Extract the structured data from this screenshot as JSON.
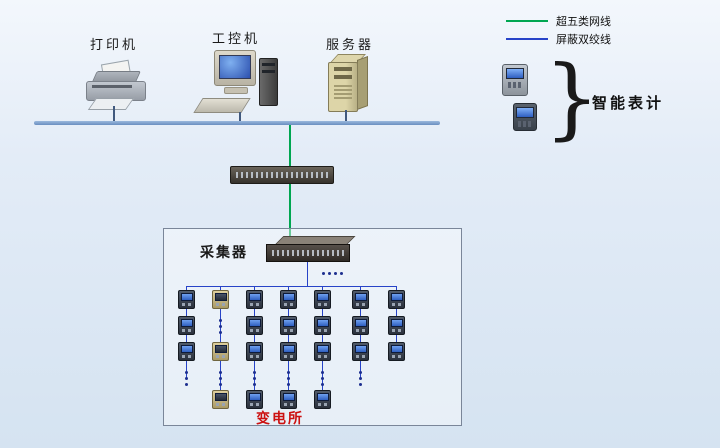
{
  "legend": {
    "cat5_label": "超五类网线",
    "stp_label": "屏蔽双绞线",
    "cat5_color": "#00a651",
    "stp_color": "#2743c8"
  },
  "top_devices": {
    "printer_label": "打印机",
    "ipc_label": "工控机",
    "server_label": "服务器"
  },
  "smart_meter": {
    "label": "智能表计",
    "brace": "}"
  },
  "collector": {
    "label": "采集器"
  },
  "substation": {
    "label": "变电所",
    "label_color": "#cc1111",
    "columns": [
      {
        "cells": [
          "meter",
          "meter",
          "meter",
          "dots"
        ]
      },
      {
        "cells": [
          "meter-tan",
          "dots",
          "meter-tan",
          "dots",
          "meter-tan"
        ]
      },
      {
        "cells": [
          "meter",
          "meter",
          "meter",
          "dots",
          "meter"
        ]
      },
      {
        "cells": [
          "meter",
          "meter",
          "meter",
          "dots",
          "meter"
        ]
      },
      {
        "cells": [
          "meter",
          "meter",
          "meter",
          "dots",
          "meter"
        ]
      },
      {
        "cells": [
          "meter",
          "meter",
          "meter",
          "dots"
        ]
      },
      {
        "cells": [
          "meter",
          "meter",
          "meter"
        ]
      }
    ]
  }
}
